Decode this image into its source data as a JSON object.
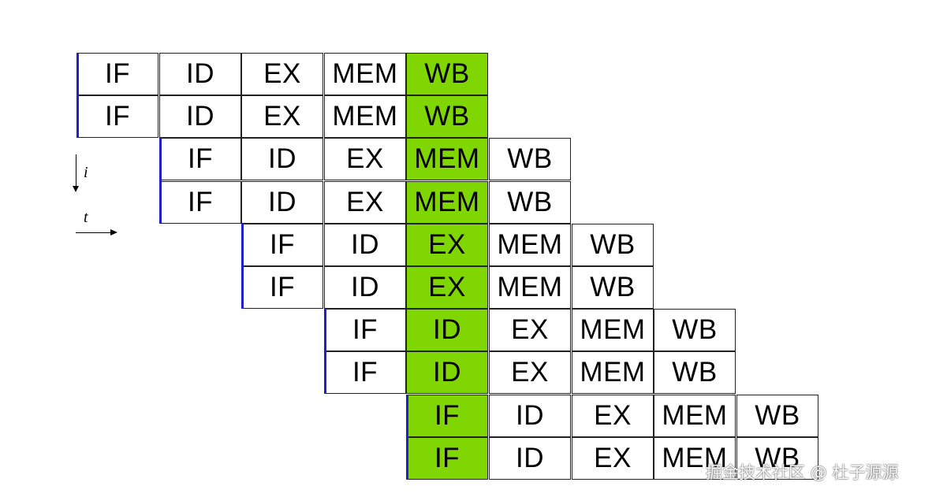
{
  "pipeline": {
    "highlight_color": "#80d600",
    "border_color": "#222222",
    "bar_color": "#1f1fcc",
    "highlight_column": 4,
    "rows": [
      {
        "offset": 0,
        "stages": [
          "IF",
          "ID",
          "EX",
          "MEM",
          "WB"
        ]
      },
      {
        "offset": 0,
        "stages": [
          "IF",
          "ID",
          "EX",
          "MEM",
          "WB"
        ]
      },
      {
        "offset": 1,
        "stages": [
          "IF",
          "ID",
          "EX",
          "MEM",
          "WB"
        ]
      },
      {
        "offset": 1,
        "stages": [
          "IF",
          "ID",
          "EX",
          "MEM",
          "WB"
        ]
      },
      {
        "offset": 2,
        "stages": [
          "IF",
          "ID",
          "EX",
          "MEM",
          "WB"
        ]
      },
      {
        "offset": 2,
        "stages": [
          "IF",
          "ID",
          "EX",
          "MEM",
          "WB"
        ]
      },
      {
        "offset": 3,
        "stages": [
          "IF",
          "ID",
          "EX",
          "MEM",
          "WB"
        ]
      },
      {
        "offset": 3,
        "stages": [
          "IF",
          "ID",
          "EX",
          "MEM",
          "WB"
        ]
      },
      {
        "offset": 4,
        "stages": [
          "IF",
          "ID",
          "EX",
          "MEM",
          "WB"
        ]
      },
      {
        "offset": 4,
        "stages": [
          "IF",
          "ID",
          "EX",
          "MEM",
          "WB"
        ]
      }
    ]
  },
  "axes": {
    "vertical_label": "i",
    "horizontal_label": "t"
  },
  "watermark": "掘金技术社区 @ 杜子源源"
}
